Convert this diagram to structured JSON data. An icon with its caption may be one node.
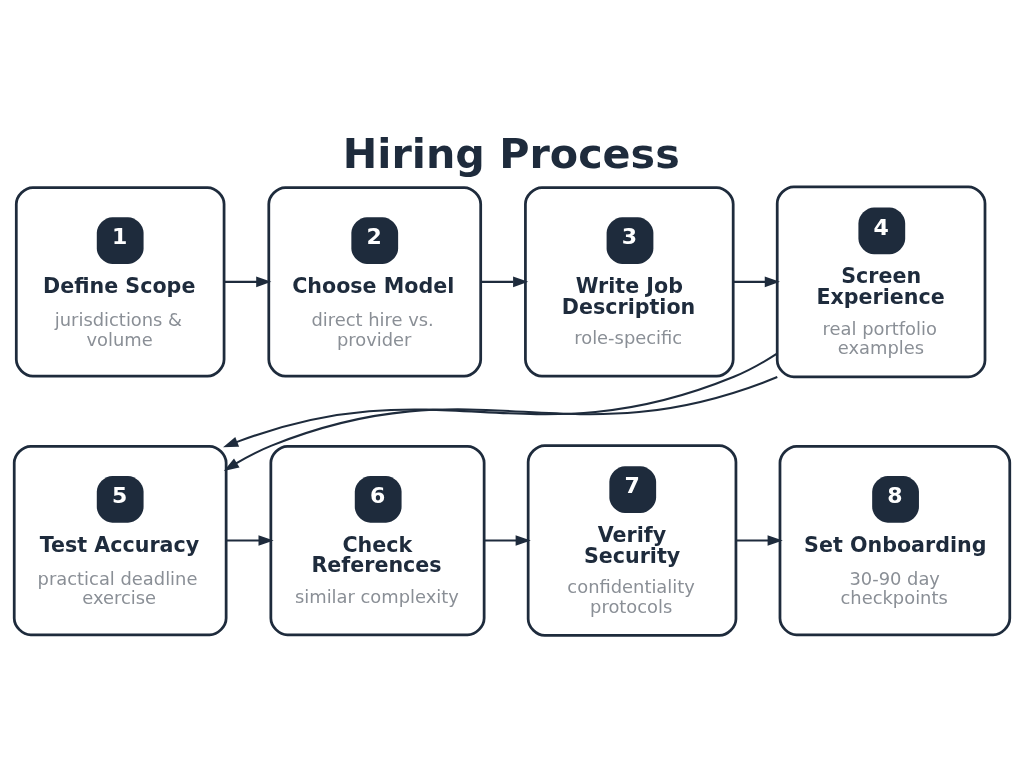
{
  "diagram": {
    "title": "Hiring Process",
    "nodes": [
      {
        "text": [
          "1",
          "Define Scope",
          "jurisdictions & volume"
        ]
      },
      {
        "text": [
          "2",
          "Choose Model",
          "direct hire vs. provider"
        ]
      },
      {
        "text": [
          "3",
          "Write Job Description",
          "role-specific"
        ]
      },
      {
        "text": [
          "4",
          "Screen Experience",
          "real portfolio examples"
        ]
      },
      {
        "text": [
          "5",
          "Test Accuracy",
          "practical deadline exercise"
        ]
      },
      {
        "text": [
          "6",
          "Check References",
          "similar complexity"
        ]
      },
      {
        "text": [
          "7",
          "Verify Security",
          "confidentiality protocols"
        ]
      },
      {
        "text": [
          "8",
          "Set Onboarding",
          "30-90 day checkpoints"
        ]
      }
    ],
    "edges": [
      {
        "from": 0,
        "to": 1,
        "arrow": "to"
      },
      {
        "from": 1,
        "to": 2,
        "arrow": "to"
      },
      {
        "from": 2,
        "to": 3,
        "arrow": "to"
      },
      {
        "from": 3,
        "to": 4,
        "arrow": "to"
      },
      {
        "from": 3,
        "to": 4,
        "arrow": "to"
      },
      {
        "from": 4,
        "to": 5,
        "arrow": "to"
      },
      {
        "from": 5,
        "to": 6,
        "arrow": "to"
      },
      {
        "from": 6,
        "to": 7,
        "arrow": "to"
      }
    ]
  }
}
